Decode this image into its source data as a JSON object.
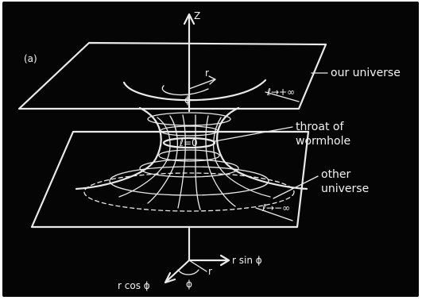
{
  "diagram": {
    "panel_label": "(a)",
    "axis_z": "Z",
    "labels": {
      "our_universe": "our universe",
      "throat_line1": "throat of",
      "throat_line2": "wormhole",
      "other_line1": "other",
      "other_line2": "universe",
      "l_zero": "ℓ=0",
      "l_plus_inf": "ℓ→+∞",
      "l_minus_inf": "ℓ→−∞",
      "r_top": "r",
      "phi_top": "ϕ",
      "r_sin": "r sin ϕ",
      "r_cos": "r cos ϕ",
      "r_bottom": "r",
      "phi_bottom": "ϕ"
    }
  }
}
